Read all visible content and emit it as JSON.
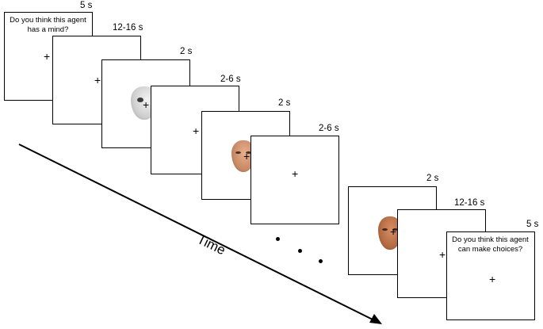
{
  "sequence_start": {
    "question": [
      "Do you think this agent",
      "has a mind?"
    ],
    "question_duration": "5 s",
    "fixation_duration": "12-16 s"
  },
  "trials": [
    {
      "stimulus": "android-face",
      "stimulus_duration": "2 s",
      "isi_duration": "2-6 s"
    },
    {
      "stimulus": "human-face",
      "stimulus_duration": "2 s",
      "isi_duration": "2-6 s"
    }
  ],
  "sequence_end": {
    "stimulus": "human-face",
    "stimulus_duration": "2 s",
    "fixation_duration": "12-16 s",
    "question": [
      "Do you think this agent",
      "can make choices?"
    ],
    "question_duration": "5 s"
  },
  "fixation_symbol": "+",
  "time_axis_label": "Time",
  "colors": {
    "frame_border": "#000000",
    "background": "#ffffff"
  }
}
